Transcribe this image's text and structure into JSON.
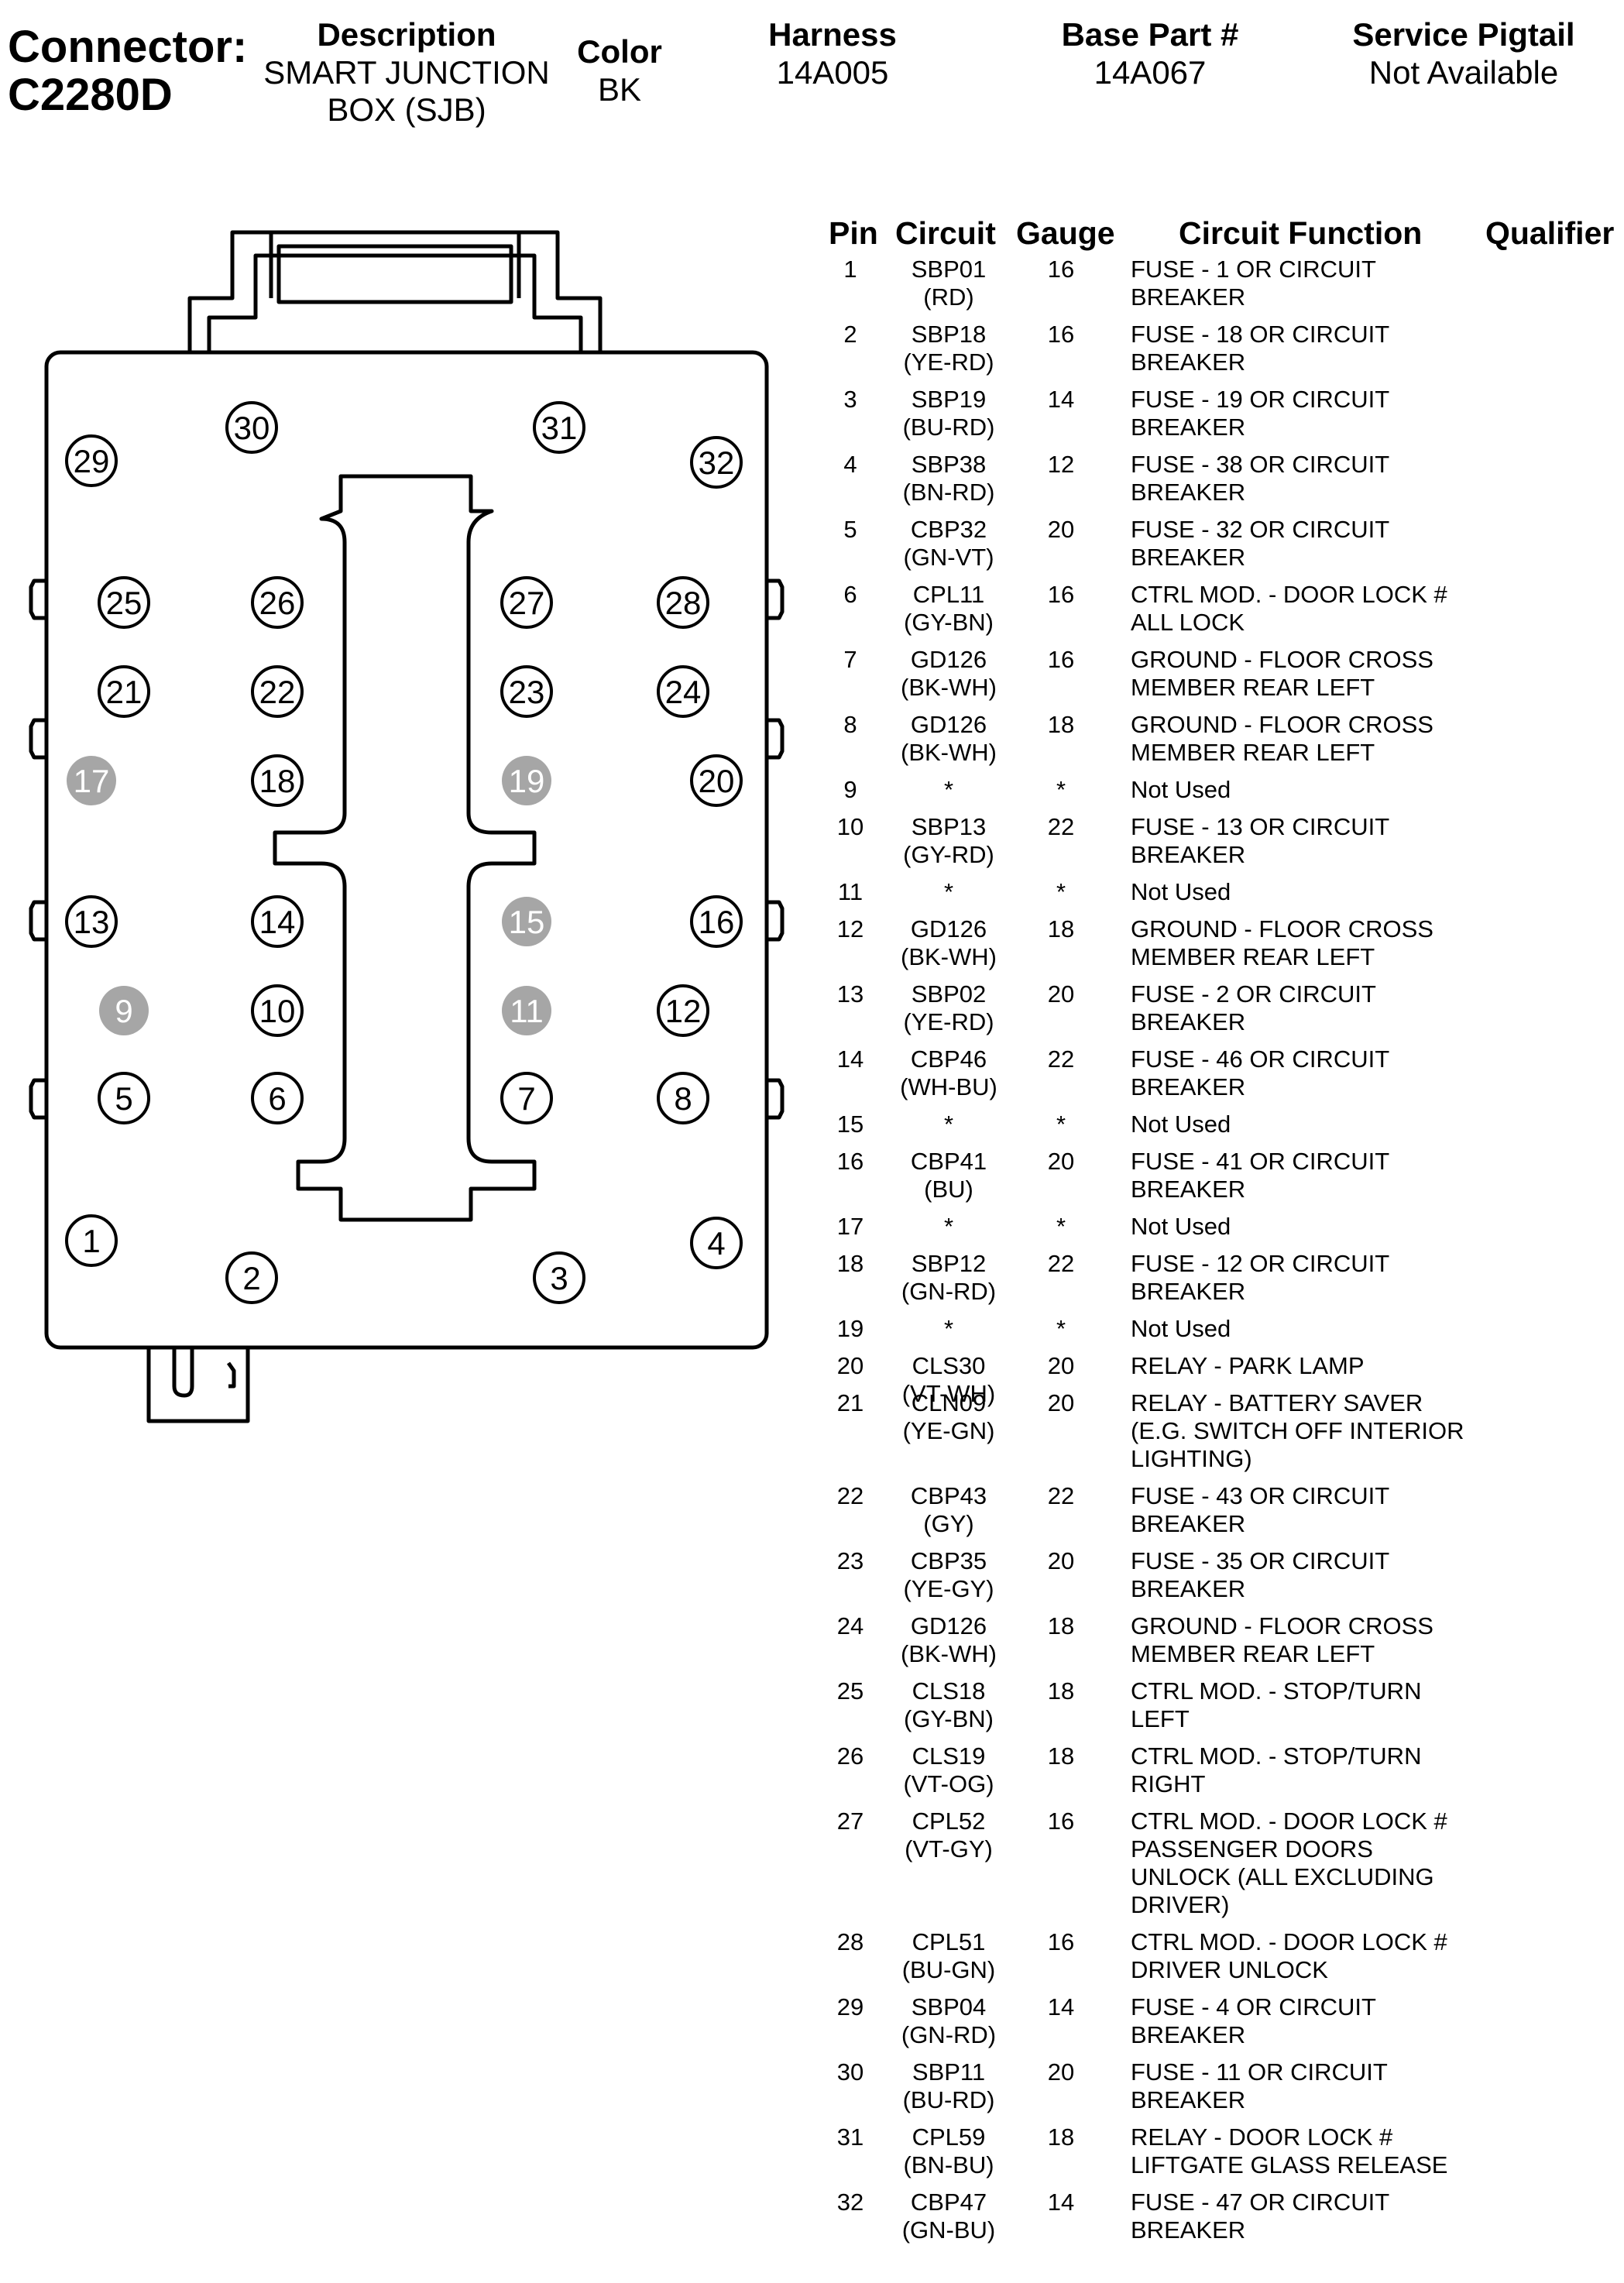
{
  "header": {
    "connector_label": "Connector:",
    "connector_id": "C2280D",
    "description_header": "Description",
    "description_lines": [
      "SMART JUNCTION",
      "BOX (SJB)"
    ],
    "color_header": "Color",
    "color_value": "BK",
    "harness_header": "Harness",
    "harness_value": "14A005",
    "base_part_header": "Base Part #",
    "base_part_value": "14A067",
    "service_pigtail_header": "Service Pigtail",
    "service_pigtail_value": "Not Available"
  },
  "table": {
    "columns": [
      "Pin",
      "Circuit",
      "Gauge",
      "Circuit Function",
      "Qualifier"
    ],
    "rows": [
      {
        "pin": "1",
        "circuit": [
          "SBP01",
          "(RD)"
        ],
        "gauge": "16",
        "function": [
          "FUSE - 1 OR CIRCUIT",
          "BREAKER"
        ]
      },
      {
        "pin": "2",
        "circuit": [
          "SBP18",
          "(YE-RD)"
        ],
        "gauge": "16",
        "function": [
          "FUSE - 18 OR CIRCUIT",
          "BREAKER"
        ]
      },
      {
        "pin": "3",
        "circuit": [
          "SBP19",
          "(BU-RD)"
        ],
        "gauge": "14",
        "function": [
          "FUSE - 19 OR CIRCUIT",
          "BREAKER"
        ]
      },
      {
        "pin": "4",
        "circuit": [
          "SBP38",
          "(BN-RD)"
        ],
        "gauge": "12",
        "function": [
          "FUSE - 38 OR CIRCUIT",
          "BREAKER"
        ]
      },
      {
        "pin": "5",
        "circuit": [
          "CBP32",
          "(GN-VT)"
        ],
        "gauge": "20",
        "function": [
          "FUSE - 32 OR CIRCUIT",
          "BREAKER"
        ]
      },
      {
        "pin": "6",
        "circuit": [
          "CPL11",
          "(GY-BN)"
        ],
        "gauge": "16",
        "function": [
          "CTRL MOD. - DOOR LOCK #",
          "ALL LOCK"
        ]
      },
      {
        "pin": "7",
        "circuit": [
          "GD126",
          "(BK-WH)"
        ],
        "gauge": "16",
        "function": [
          "GROUND - FLOOR CROSS",
          "MEMBER REAR LEFT"
        ]
      },
      {
        "pin": "8",
        "circuit": [
          "GD126",
          "(BK-WH)"
        ],
        "gauge": "18",
        "function": [
          "GROUND - FLOOR CROSS",
          "MEMBER REAR LEFT"
        ]
      },
      {
        "pin": "9",
        "circuit": [
          "*"
        ],
        "gauge": "*",
        "function": [
          "Not Used"
        ],
        "not_used": true
      },
      {
        "pin": "10",
        "circuit": [
          "SBP13",
          "(GY-RD)"
        ],
        "gauge": "22",
        "function": [
          "FUSE - 13 OR CIRCUIT",
          "BREAKER"
        ]
      },
      {
        "pin": "11",
        "circuit": [
          "*"
        ],
        "gauge": "*",
        "function": [
          "Not Used"
        ],
        "not_used": true
      },
      {
        "pin": "12",
        "circuit": [
          "GD126",
          "(BK-WH)"
        ],
        "gauge": "18",
        "function": [
          "GROUND - FLOOR CROSS",
          "MEMBER REAR LEFT"
        ]
      },
      {
        "pin": "13",
        "circuit": [
          "SBP02",
          "(YE-RD)"
        ],
        "gauge": "20",
        "function": [
          "FUSE - 2 OR CIRCUIT",
          "BREAKER"
        ]
      },
      {
        "pin": "14",
        "circuit": [
          "CBP46",
          "(WH-BU)"
        ],
        "gauge": "22",
        "function": [
          "FUSE - 46 OR CIRCUIT",
          "BREAKER"
        ]
      },
      {
        "pin": "15",
        "circuit": [
          "*"
        ],
        "gauge": "*",
        "function": [
          "Not Used"
        ],
        "not_used": true
      },
      {
        "pin": "16",
        "circuit": [
          "CBP41",
          "(BU)"
        ],
        "gauge": "20",
        "function": [
          "FUSE - 41 OR CIRCUIT",
          "BREAKER"
        ]
      },
      {
        "pin": "17",
        "circuit": [
          "*"
        ],
        "gauge": "*",
        "function": [
          "Not Used"
        ],
        "not_used": true
      },
      {
        "pin": "18",
        "circuit": [
          "SBP12",
          "(GN-RD)"
        ],
        "gauge": "22",
        "function": [
          "FUSE - 12 OR CIRCUIT",
          "BREAKER"
        ]
      },
      {
        "pin": "19",
        "circuit": [
          "*"
        ],
        "gauge": "*",
        "function": [
          "Not Used"
        ],
        "not_used": true
      },
      {
        "pin": "20",
        "circuit": [
          "CLS30",
          "(VT-WH)"
        ],
        "gauge": "20",
        "function": [
          "RELAY - PARK LAMP"
        ]
      },
      {
        "pin": "21",
        "circuit": [
          "CLN09",
          "(YE-GN)"
        ],
        "gauge": "20",
        "function": [
          "RELAY - BATTERY SAVER",
          "(E.G. SWITCH OFF INTERIOR",
          "LIGHTING)"
        ]
      },
      {
        "pin": "22",
        "circuit": [
          "CBP43",
          "(GY)"
        ],
        "gauge": "22",
        "function": [
          "FUSE - 43 OR CIRCUIT",
          "BREAKER"
        ]
      },
      {
        "pin": "23",
        "circuit": [
          "CBP35",
          "(YE-GY)"
        ],
        "gauge": "20",
        "function": [
          "FUSE - 35 OR CIRCUIT",
          "BREAKER"
        ]
      },
      {
        "pin": "24",
        "circuit": [
          "GD126",
          "(BK-WH)"
        ],
        "gauge": "18",
        "function": [
          "GROUND - FLOOR CROSS",
          "MEMBER REAR LEFT"
        ]
      },
      {
        "pin": "25",
        "circuit": [
          "CLS18",
          "(GY-BN)"
        ],
        "gauge": "18",
        "function": [
          "CTRL MOD. - STOP/TURN",
          "LEFT"
        ]
      },
      {
        "pin": "26",
        "circuit": [
          "CLS19",
          "(VT-OG)"
        ],
        "gauge": "18",
        "function": [
          "CTRL MOD. - STOP/TURN",
          "RIGHT"
        ]
      },
      {
        "pin": "27",
        "circuit": [
          "CPL52",
          "(VT-GY)"
        ],
        "gauge": "16",
        "function": [
          "CTRL MOD. - DOOR LOCK #",
          "PASSENGER DOORS",
          "UNLOCK (ALL EXCLUDING",
          "DRIVER)"
        ]
      },
      {
        "pin": "28",
        "circuit": [
          "CPL51",
          "(BU-GN)"
        ],
        "gauge": "16",
        "function": [
          "CTRL MOD. - DOOR LOCK #",
          "DRIVER UNLOCK"
        ]
      },
      {
        "pin": "29",
        "circuit": [
          "SBP04",
          "(GN-RD)"
        ],
        "gauge": "14",
        "function": [
          "FUSE - 4 OR CIRCUIT",
          "BREAKER"
        ]
      },
      {
        "pin": "30",
        "circuit": [
          "SBP11",
          "(BU-RD)"
        ],
        "gauge": "20",
        "function": [
          "FUSE - 11 OR CIRCUIT",
          "BREAKER"
        ]
      },
      {
        "pin": "31",
        "circuit": [
          "CPL59",
          "(BN-BU)"
        ],
        "gauge": "18",
        "function": [
          "RELAY - DOOR LOCK #",
          "LIFTGATE GLASS RELEASE"
        ]
      },
      {
        "pin": "32",
        "circuit": [
          "CBP47",
          "(GN-BU)"
        ],
        "gauge": "14",
        "function": [
          "FUSE - 47 OR CIRCUIT",
          "BREAKER"
        ]
      }
    ]
  },
  "diagram": {
    "pins": [
      {
        "n": "29",
        "used": true
      },
      {
        "n": "30",
        "used": true
      },
      {
        "n": "31",
        "used": true
      },
      {
        "n": "32",
        "used": true
      },
      {
        "n": "25",
        "used": true
      },
      {
        "n": "26",
        "used": true
      },
      {
        "n": "27",
        "used": true
      },
      {
        "n": "28",
        "used": true
      },
      {
        "n": "21",
        "used": true
      },
      {
        "n": "22",
        "used": true
      },
      {
        "n": "23",
        "used": true
      },
      {
        "n": "24",
        "used": true
      },
      {
        "n": "17",
        "used": false
      },
      {
        "n": "18",
        "used": true
      },
      {
        "n": "19",
        "used": false
      },
      {
        "n": "20",
        "used": true
      },
      {
        "n": "13",
        "used": true
      },
      {
        "n": "14",
        "used": true
      },
      {
        "n": "15",
        "used": false
      },
      {
        "n": "16",
        "used": true
      },
      {
        "n": "9",
        "used": false
      },
      {
        "n": "10",
        "used": true
      },
      {
        "n": "11",
        "used": false
      },
      {
        "n": "12",
        "used": true
      },
      {
        "n": "5",
        "used": true
      },
      {
        "n": "6",
        "used": true
      },
      {
        "n": "7",
        "used": true
      },
      {
        "n": "8",
        "used": true
      },
      {
        "n": "1",
        "used": true
      },
      {
        "n": "2",
        "used": true
      },
      {
        "n": "3",
        "used": true
      },
      {
        "n": "4",
        "used": true
      }
    ],
    "unused_pin_color": "#a6a6a6"
  }
}
